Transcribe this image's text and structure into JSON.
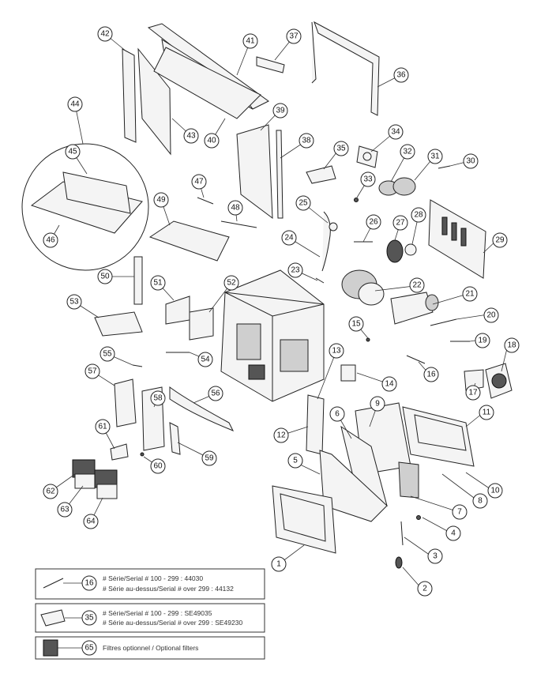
{
  "callouts": [
    "1",
    "2",
    "3",
    "4",
    "5",
    "6",
    "7",
    "8",
    "9",
    "10",
    "11",
    "12",
    "13",
    "14",
    "15",
    "16",
    "17",
    "18",
    "19",
    "20",
    "21",
    "22",
    "23",
    "24",
    "25",
    "26",
    "27",
    "28",
    "29",
    "30",
    "31",
    "32",
    "33",
    "34",
    "35",
    "36",
    "37",
    "38",
    "39",
    "40",
    "41",
    "42",
    "43",
    "44",
    "45",
    "46",
    "47",
    "48",
    "49",
    "50",
    "51",
    "52",
    "53",
    "54",
    "55",
    "56",
    "57",
    "58",
    "59",
    "60",
    "61",
    "62",
    "63",
    "64"
  ],
  "legend": {
    "row1": {
      "number": "16",
      "line1": "# Série/Serial # 100 - 299 : 44030",
      "line2": "# Série au-dessus/Serial # over 299 : 44132"
    },
    "row2": {
      "number": "35",
      "line1": "# Série/Serial # 100 - 299 : SE49035",
      "line2": "# Série au-dessus/Serial # over 299 : SE49230"
    },
    "row3": {
      "number": "65",
      "line1": "Filtres optionnel / Optional filters"
    }
  }
}
